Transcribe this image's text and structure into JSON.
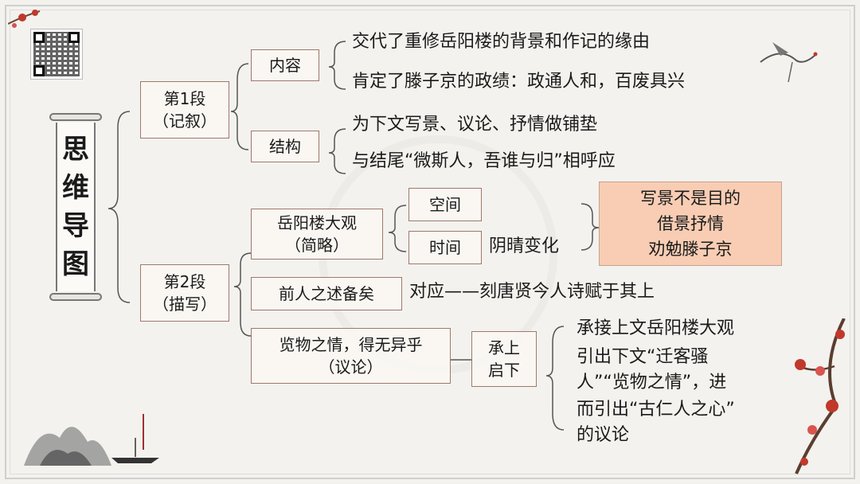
{
  "title_chars": [
    "思",
    "维",
    "导",
    "图"
  ],
  "para1": {
    "line1": "第1段",
    "line2": "（记叙）",
    "content_label": "内容",
    "content_items": [
      "交代了重修岳阳楼的背景和作记的缘由",
      "肯定了滕子京的政绩：政通人和，百废具兴"
    ],
    "structure_label": "结构",
    "structure_items": [
      "为下文写景、议论、抒情做铺垫",
      "与结尾“微斯人，吾谁与归”相呼应"
    ]
  },
  "para2": {
    "line1": "第2段",
    "line2": "（描写）",
    "view_line1": "岳阳楼大观",
    "view_line2": "（简略）",
    "space_label": "空间",
    "time_label": "时间",
    "time_note": "阴晴变化",
    "summary": [
      "写景不是目的",
      "借景抒情",
      "劝勉滕子京"
    ],
    "predecessor_label": "前人之述备矣",
    "predecessor_note": "对应——刻唐贤今人诗赋于其上",
    "feeling_line1": "览物之情，得无异乎",
    "feeling_line2": "（议论）",
    "transition_line1": "承上",
    "transition_line2": "启下",
    "transition_items": [
      "承接上文岳阳楼大观",
      "引出下文“迁客骚",
      "人”“览物之情”，进",
      "而引出“古仁人之心”",
      "的议论"
    ]
  },
  "colors": {
    "box_border": "#a0786a",
    "highlight_fill": "#f8cdb4",
    "background": "#f3f2ee"
  }
}
